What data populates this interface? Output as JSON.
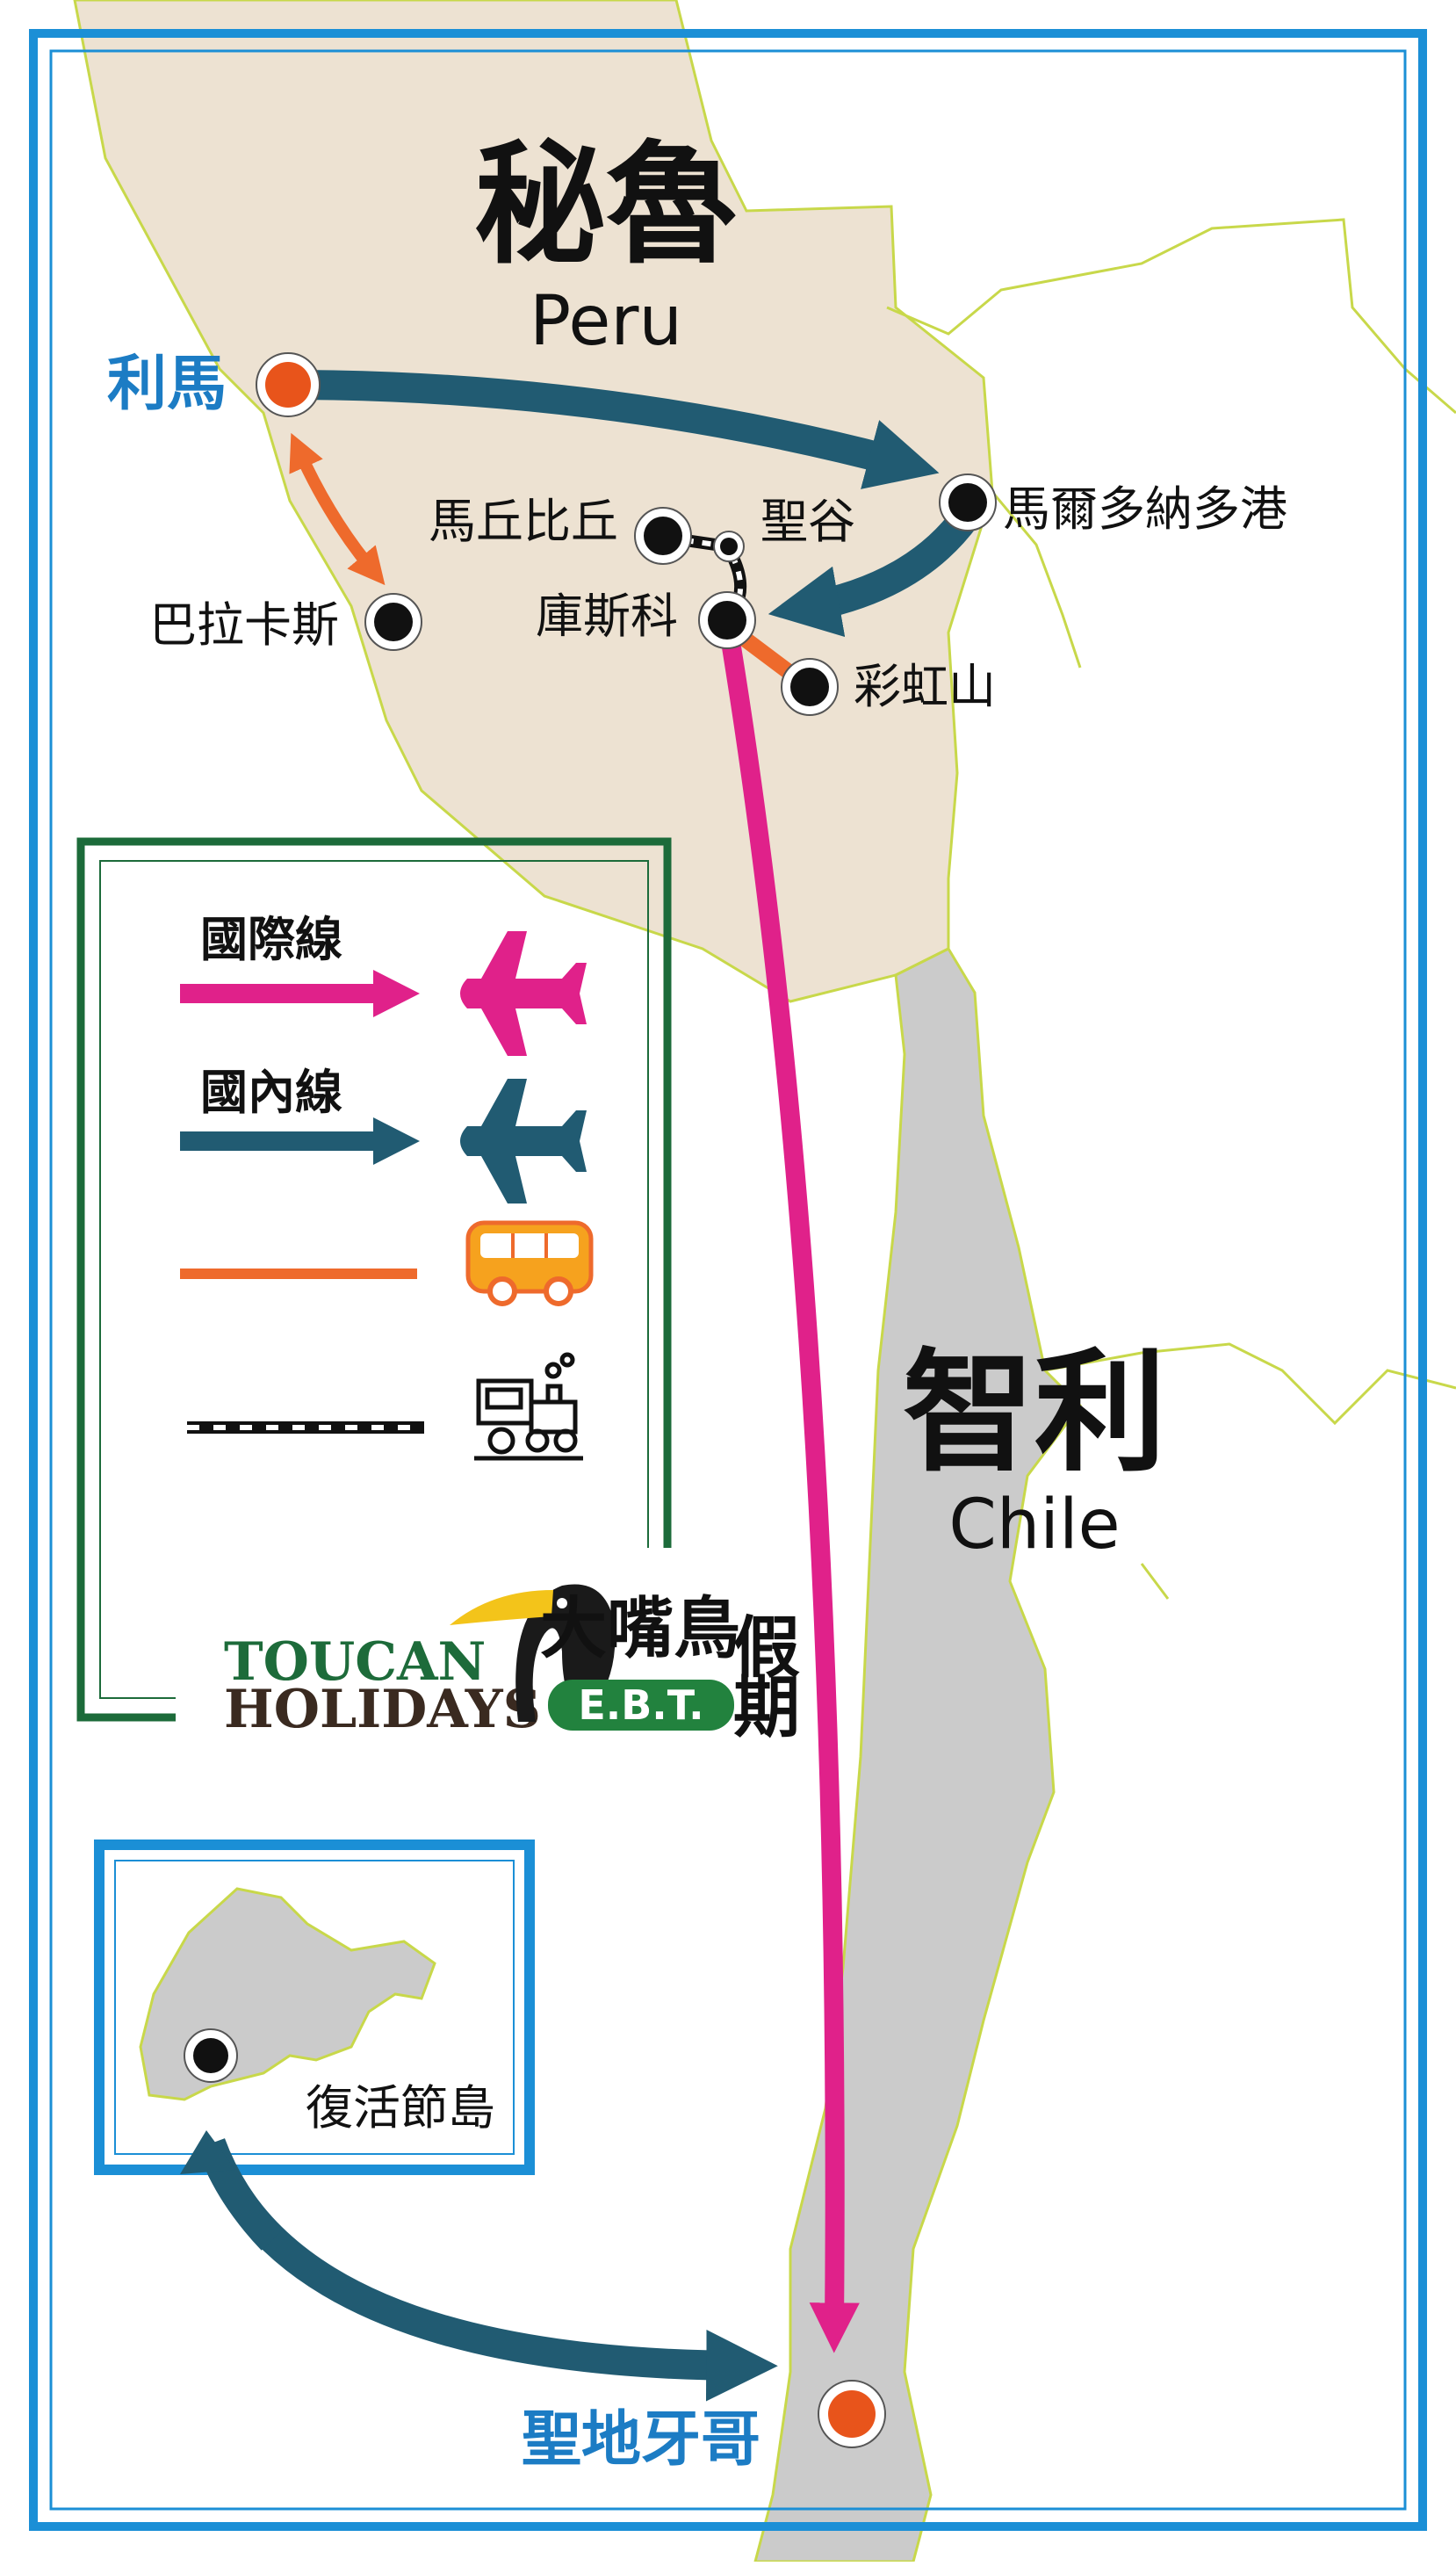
{
  "colors": {
    "frame": "#1b8fd6",
    "peru_land": "#ede2d2",
    "chile_land": "#cbcbcb",
    "border_line": "#c8d84a",
    "international": "#e0218a",
    "domestic": "#215b72",
    "bus": "#ee6a2c",
    "railway": "#111111",
    "legend_frame": "#1c6b3a",
    "major_city": "#e8541b",
    "city_label_major": "#1c7cc4"
  },
  "countries": {
    "peru": {
      "zh": "秘魯",
      "en": "Peru"
    },
    "chile": {
      "zh": "智利",
      "en": "Chile"
    }
  },
  "cities": {
    "lima": "利馬",
    "paracas": "巴拉卡斯",
    "machu_picchu": "馬丘比丘",
    "sacred_valley": "聖谷",
    "cusco": "庫斯科",
    "puerto_maldonado": "馬爾多納多港",
    "rainbow_mountain": "彩虹山",
    "santiago": "聖地牙哥",
    "easter_island": "復活節島"
  },
  "legend": {
    "international": {
      "label": "國際線",
      "icon": "airplane-icon"
    },
    "domestic": {
      "label": "國內線",
      "icon": "airplane-icon"
    },
    "bus": {
      "label": "",
      "icon": "bus-icon"
    },
    "train": {
      "label": "",
      "icon": "train-icon"
    }
  },
  "logo": {
    "line1": "TOUCAN",
    "line2": "HOLIDAYS",
    "zh_top": "大嘴鳥",
    "zh_right_top": "假",
    "zh_right_bottom": "期",
    "ebt": "E.B.T."
  }
}
